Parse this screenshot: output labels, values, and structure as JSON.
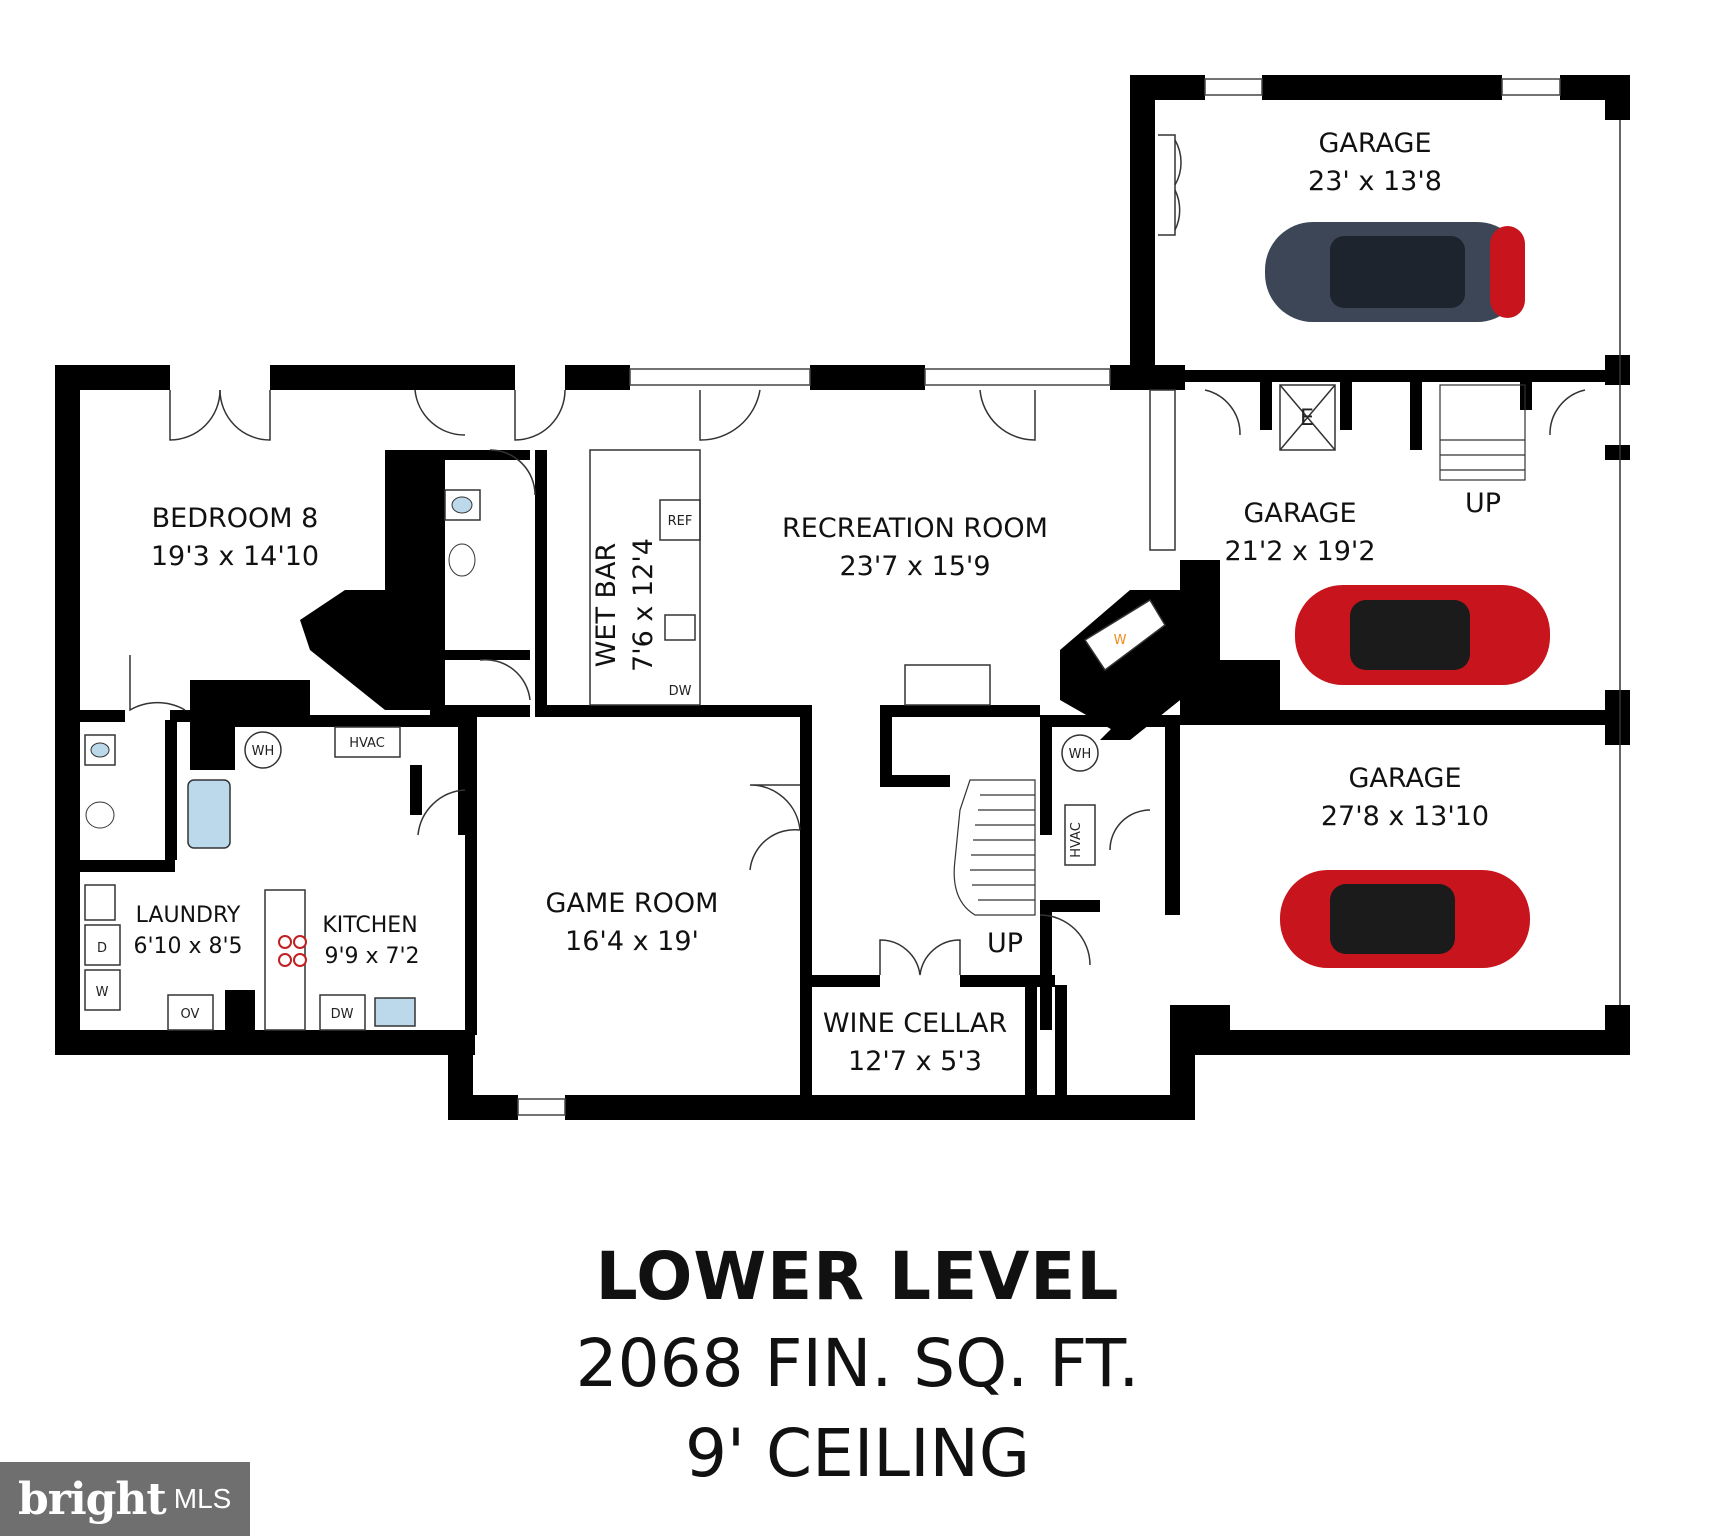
{
  "rooms": {
    "garage_top": {
      "name": "GARAGE",
      "dims": "23' x 13'8"
    },
    "garage_mid": {
      "name": "GARAGE",
      "dims": "21'2 x 19'2"
    },
    "garage_bottom": {
      "name": "GARAGE",
      "dims": "27'8 x 13'10"
    },
    "bedroom": {
      "name": "BEDROOM 8",
      "dims": "19'3 x 14'10"
    },
    "recreation": {
      "name": "RECREATION ROOM",
      "dims": "23'7 x 15'9"
    },
    "wet_bar": {
      "name": "WET BAR",
      "dims": "7'6 x 12'4"
    },
    "laundry": {
      "name": "LAUNDRY",
      "dims": "6'10 x 8'5"
    },
    "kitchen": {
      "name": "KITCHEN",
      "dims": "9'9 x 7'2"
    },
    "game": {
      "name": "GAME ROOM",
      "dims": "16'4 x 19'"
    },
    "wine": {
      "name": "WINE CELLAR",
      "dims": "12'7 x 5'3"
    }
  },
  "fixtures": {
    "wh": "WH",
    "hvac": "HVAC",
    "ref": "REF",
    "dw": "DW",
    "ov": "OV",
    "d": "D",
    "w": "W",
    "e": "E",
    "fireplace": "W",
    "up": "UP"
  },
  "footer": {
    "title": "LOWER LEVEL",
    "sqft": "2068 FIN. SQ. FT.",
    "ceiling": "9' CEILING"
  },
  "badge": {
    "brand": "bright",
    "suffix": "MLS"
  },
  "colors": {
    "wall": "#000000",
    "car_red": "#c8141c",
    "car_dark": "#3d4657",
    "flame": "#f08a1c",
    "badge_bg": "#6f6f6f"
  }
}
